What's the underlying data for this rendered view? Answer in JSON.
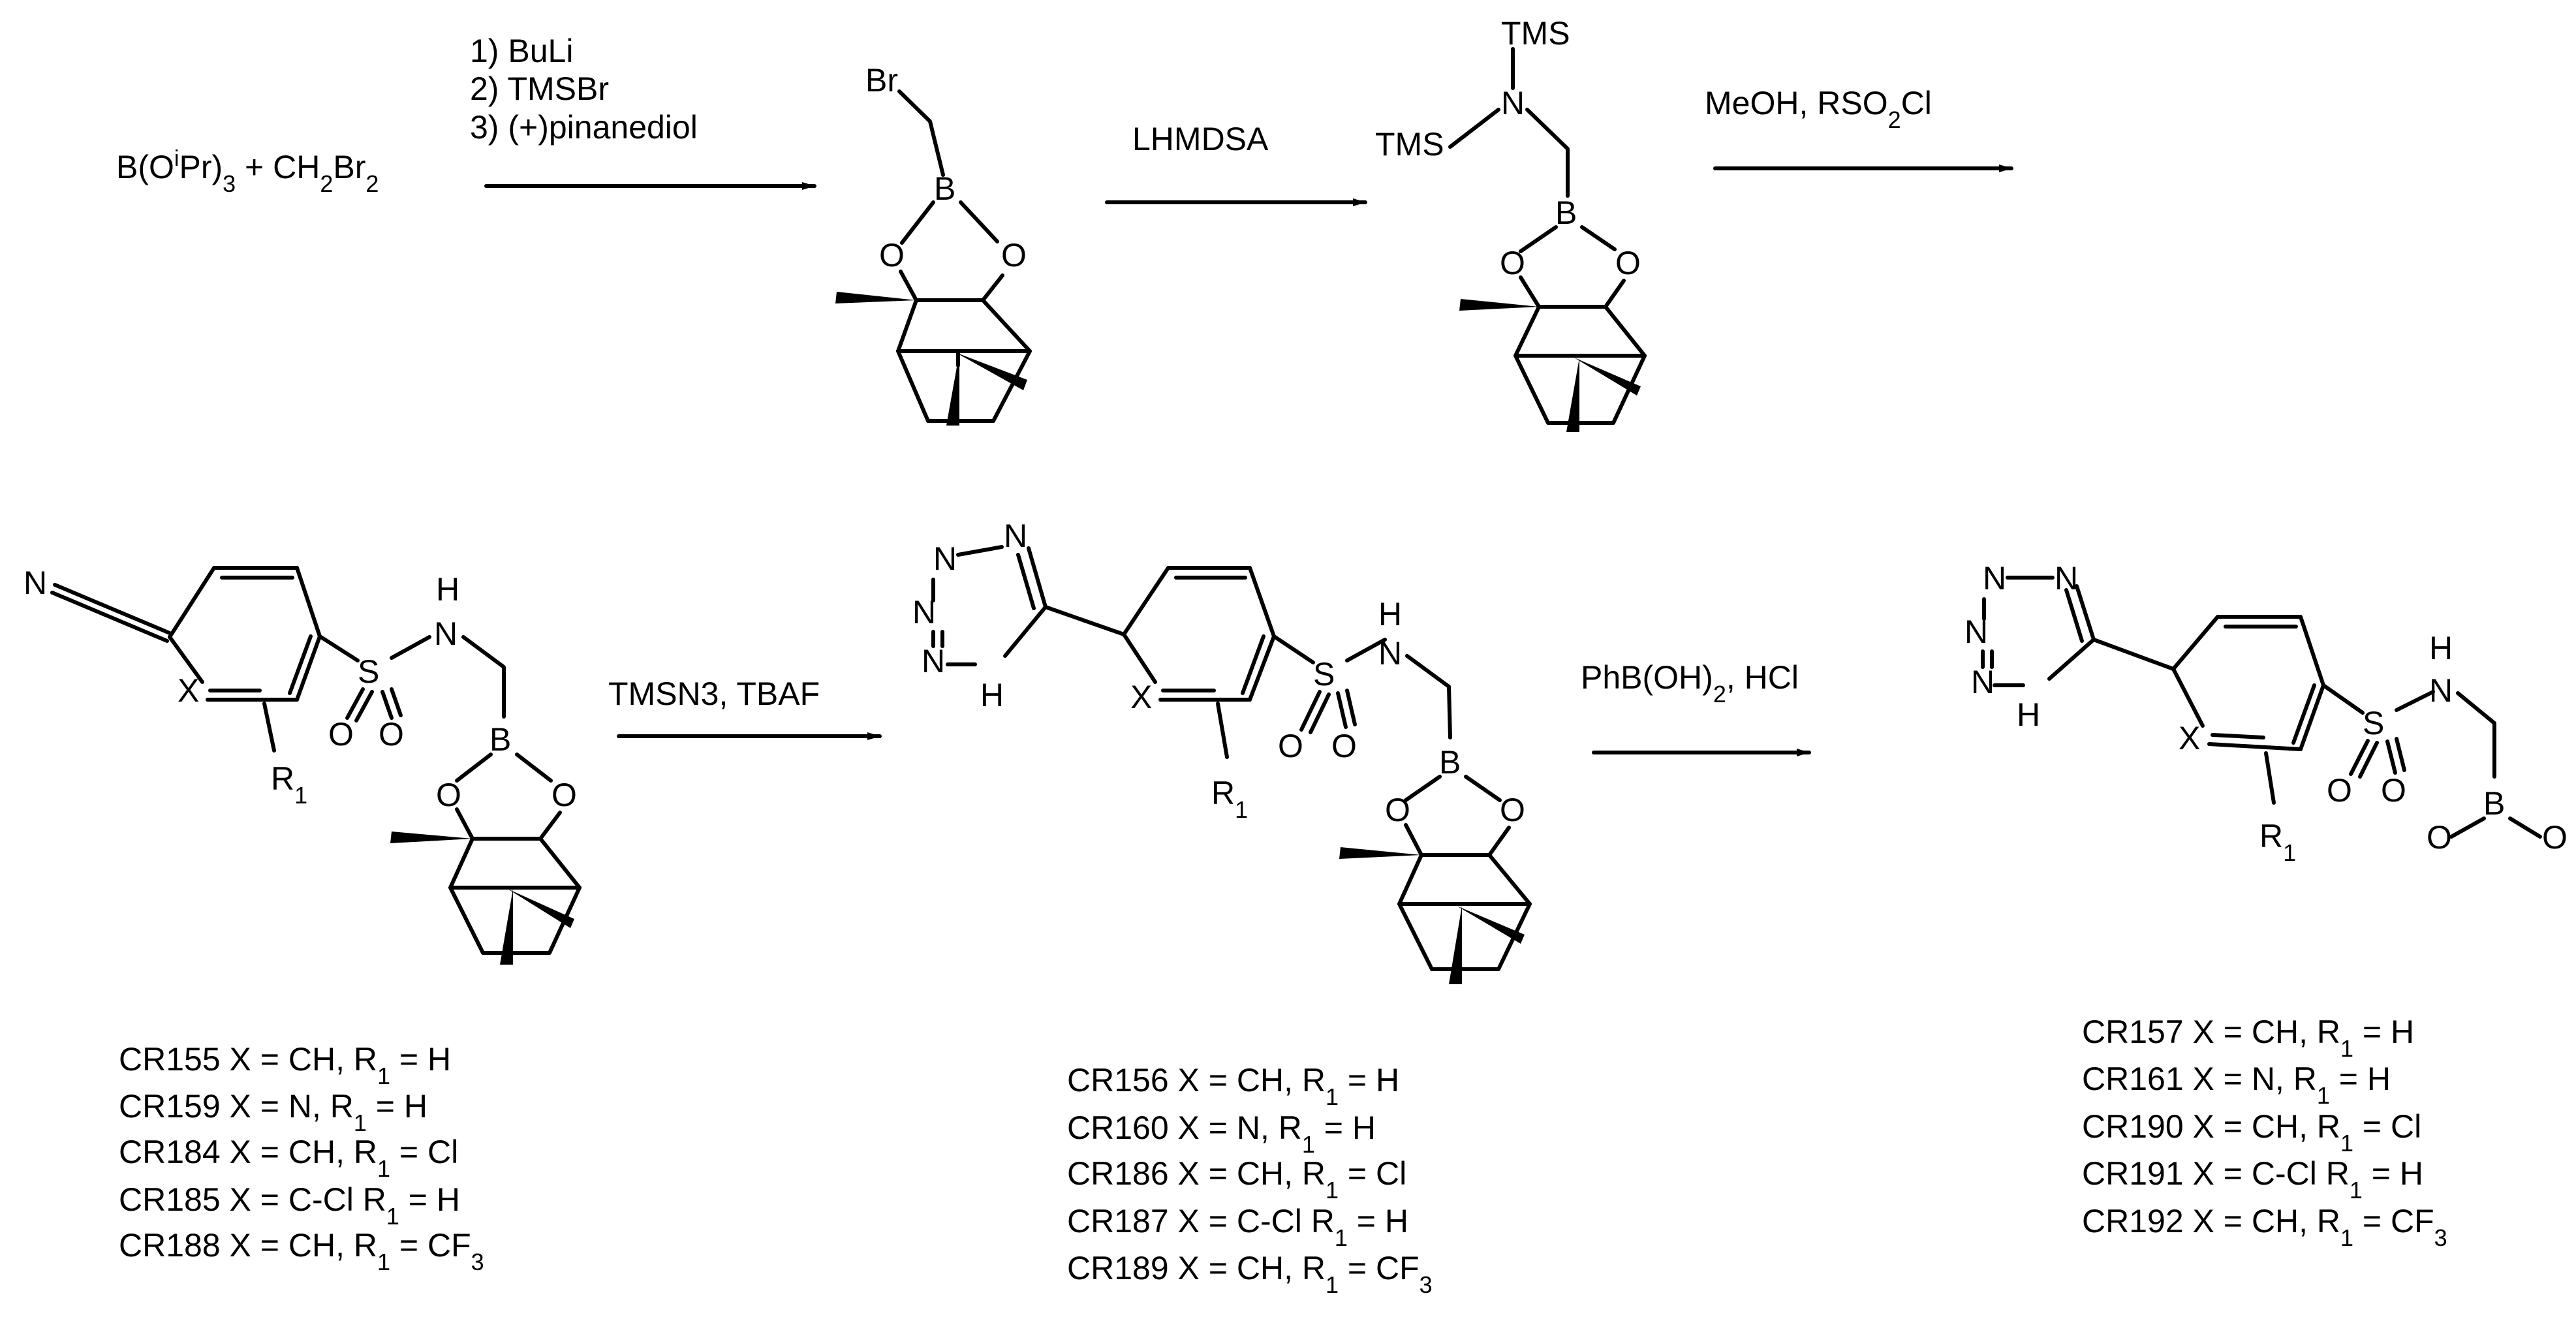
{
  "reaction_1": {
    "reagents": {
      "B": "B(O",
      "i": "i",
      "Pr": "Pr)",
      "three": "3",
      "plus": " + CH",
      "two": "2",
      "Br": "Br",
      "two_b": "2"
    },
    "conditions": [
      "1) BuLi",
      "2) TMSBr",
      "3) (+)pinanediol"
    ]
  },
  "reaction_2": {
    "conditions": "LHMDSA"
  },
  "reaction_3": {
    "pre": "MeOH, RSO",
    "sub": "2",
    "post": "Cl"
  },
  "reaction_4": {
    "conditions": "TMSN3, TBAF"
  },
  "reaction_5": {
    "pre": "PhB(OH)",
    "sub": "2",
    "post": ", HCl"
  },
  "atoms": {
    "Br": "Br",
    "B": "B",
    "O": "O",
    "TMS": "TMS",
    "N": "N",
    "H": "H",
    "S": "S",
    "X": "X",
    "R": "R",
    "one": "1",
    "NH_tet": "N",
    "H_tet": "H"
  },
  "series_A": [
    {
      "pre": "CR155 X = CH, R",
      "sub": "1",
      "post": " = H"
    },
    {
      "pre": "CR159 X = N,   R",
      "sub": "1",
      "post": " = H"
    },
    {
      "pre": "CR184 X = CH, R",
      "sub": "1",
      "post": " = Cl"
    },
    {
      "pre": "CR185 X = C-Cl R",
      "sub": "1",
      "post": " = H"
    },
    {
      "pre": "CR188 X = CH, R",
      "sub": "1",
      "post": " = CF",
      "sub2": "3"
    }
  ],
  "series_B": [
    {
      "pre": "CR156 X = CH, R",
      "sub": "1",
      "post": " = H"
    },
    {
      "pre": "CR160 X = N,   R",
      "sub": "1",
      "post": " = H"
    },
    {
      "pre": "CR186 X = CH, R",
      "sub": "1",
      "post": " = Cl"
    },
    {
      "pre": "CR187 X = C-Cl R",
      "sub": "1",
      "post": " = H"
    },
    {
      "pre": "CR189 X = CH, R",
      "sub": "1",
      "post": " = CF",
      "sub2": "3"
    }
  ],
  "series_C": [
    {
      "pre": "CR157 X = CH, R",
      "sub": "1",
      "post": " = H"
    },
    {
      "pre": "CR161 X = N,   R",
      "sub": "1",
      "post": " = H"
    },
    {
      "pre": "CR190 X = CH, R",
      "sub": "1",
      "post": " = Cl"
    },
    {
      "pre": "CR191 X = C-Cl R",
      "sub": "1",
      "post": " = H"
    },
    {
      "pre": "CR192 X = CH, R",
      "sub": "1",
      "post": " = CF",
      "sub2": "3"
    }
  ]
}
